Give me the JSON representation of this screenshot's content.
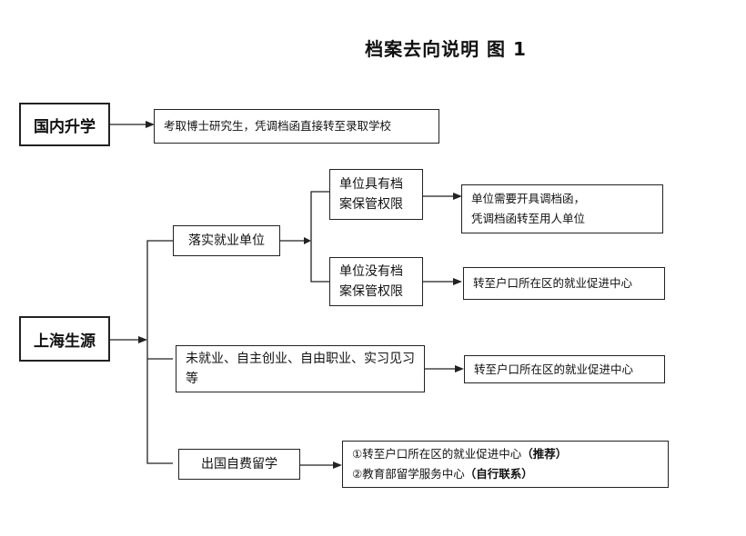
{
  "title": "档案去向说明   图 1",
  "domestic": {
    "label": "国内升学",
    "target": "考取博士研究生，凭调档函直接转至录取学校"
  },
  "shanghai": {
    "label": "上海生源",
    "employed": {
      "label": "落实就业单位",
      "with_authority": "单位具有档案保管权限",
      "with_authority_result_line1": "单位需要开具调档函，",
      "with_authority_result_line2": "凭调档函转至用人单位",
      "without_authority": "单位没有档案保管权限",
      "without_authority_result": "转至户口所在区的就业促进中心"
    },
    "unemployed": {
      "label": "未就业、自主创业、自由职业、实习见习等",
      "result": "转至户口所在区的就业促进中心"
    },
    "abroad": {
      "label": "出国自费留学",
      "option1": "①转至户口所在区的就业促进中心",
      "option1_tag": "（推荐）",
      "option2": "②教育部留学服务中心",
      "option2_tag": "（自行联系）"
    }
  }
}
